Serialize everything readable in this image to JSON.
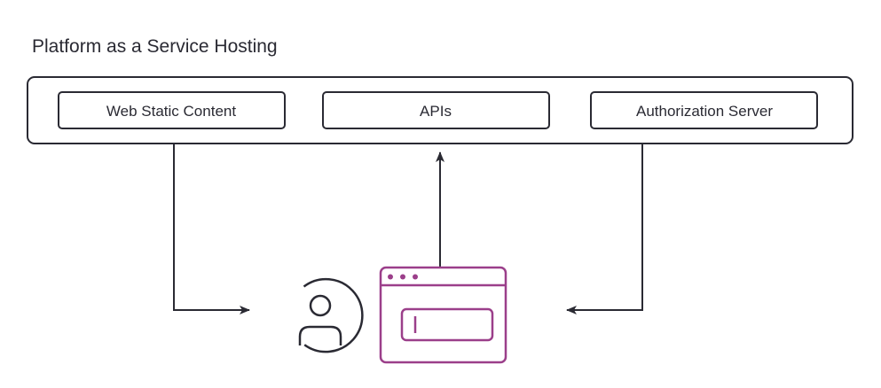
{
  "diagram": {
    "title": "Platform as a Service Hosting",
    "boxes": {
      "web_static": "Web Static Content",
      "apis": "APIs",
      "auth_server": "Authorization Server"
    }
  },
  "colors": {
    "ink": "#2a2a33",
    "accent": "#9b3f8a",
    "background": "#ffffff"
  },
  "icons": {
    "user": "user-icon",
    "browser": "browser-window-icon"
  }
}
